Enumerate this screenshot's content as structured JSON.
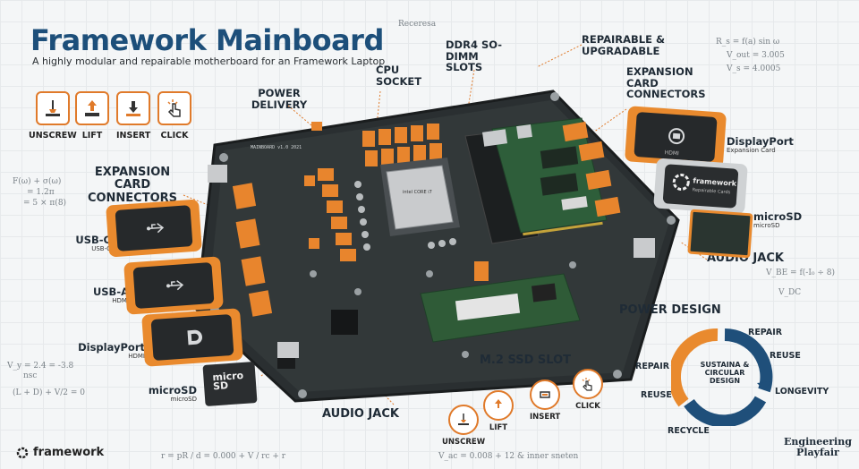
{
  "header": {
    "title": "Framework Mainboard",
    "subtitle": "A highly modular and repairable motherboard for an Framework Laptop"
  },
  "steps_top": [
    "UNSCREW",
    "LIFT",
    "INSERT",
    "CLICK"
  ],
  "steps_bottom": [
    "UNSCREW",
    "LIFT",
    "INSERT",
    "CLICK"
  ],
  "callouts": {
    "power_delivery": "POWER DELIVERY",
    "cpu_socket": "CPU SOCKET",
    "ddr4": "DDR4 SO-DIMM SLOTS",
    "repairable": "REPAIRABLE & UPGRADABLE",
    "expansion_right": "EXPANSION CARD CONNECTORS",
    "expansion_left": "EXPANSION CARD CONNECTORS",
    "audio_jack_right": "AUDIO JACK",
    "power_design": "POWER DESIGN",
    "m2": "M.2 SSD SLOT",
    "audio_jack_bottom": "AUDIO JACK"
  },
  "left_cards": [
    {
      "name": "USB-C",
      "sub": "USB-C"
    },
    {
      "name": "USB-A",
      "sub": "HDMI"
    },
    {
      "name": "DisplayPort",
      "sub": "HDMI"
    },
    {
      "name": "microSD",
      "sub": "microSD"
    }
  ],
  "right_cards": [
    {
      "name": "DisplayPort",
      "sub": "Expansion Card"
    },
    {
      "name": "microSD",
      "sub": "microSD"
    }
  ],
  "card_texts": {
    "right_card_brand": "framework",
    "right_card_brand_sub": "Repairable Cards",
    "micro_sd_text": "micro SD",
    "top_card_text": "HDMI",
    "cpu_text": "intel CORE i7"
  },
  "cycle": {
    "center": "SUSTAINA & CIRCULAR DESIGN",
    "labels": [
      "REPAIR",
      "REUSE",
      "LONGEVITY",
      "RECYCLE",
      "REUSE",
      "REPAIR"
    ]
  },
  "footer": {
    "logo": "framework",
    "brand_line1": "Engineering",
    "brand_line2": "Playfair"
  },
  "board_label": "MAINBOARD v1.0 2021",
  "equations": [
    "F(ω) + σ(ω)",
    "= 1.2π",
    "= 5 × π(8)",
    "R_s = f(a) sin ω",
    "V_out = 3.005",
    "V_s = 4.0005",
    "V_BE = f(-I₀ ÷ 8)",
    "V_DC",
    "V_y = 2.4 = -3.8",
    "nsc",
    "(L + D) + V/2 = 0",
    "r = pR / d = 0.000 + V / rc + r",
    "V_ac = 0.008 + 12 & inner sneten",
    "Receresa"
  ]
}
